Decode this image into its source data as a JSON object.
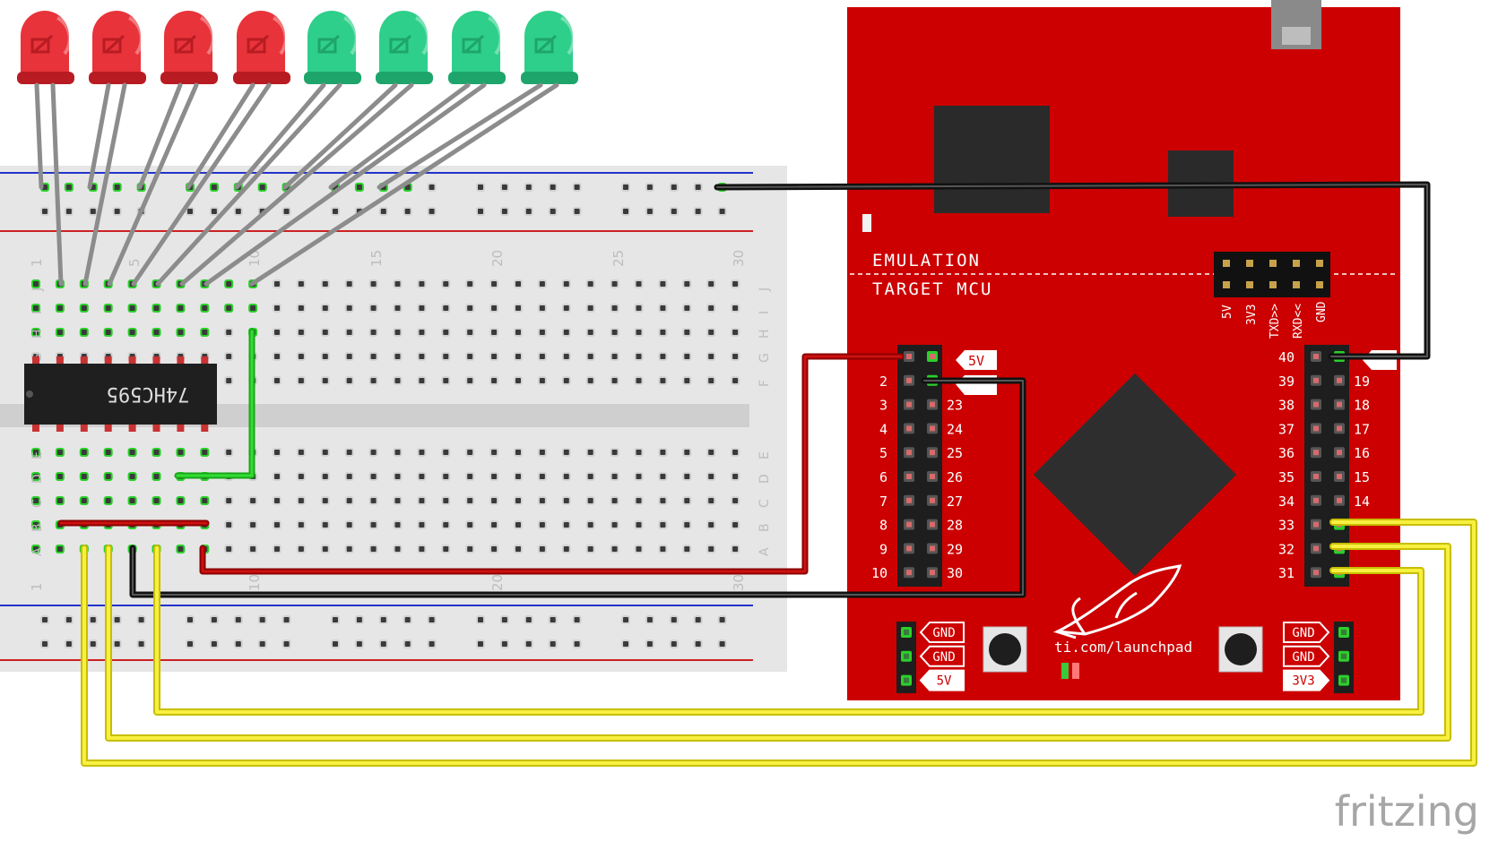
{
  "app": {
    "logo_text": "fritzing"
  },
  "breadboard": {
    "column_numbers": [
      "1",
      "5",
      "10",
      "15",
      "20",
      "25",
      "30"
    ],
    "row_letters_top": [
      "J",
      "I",
      "H",
      "G",
      "F"
    ],
    "row_letters_bottom": [
      "E",
      "D",
      "C",
      "B",
      "A"
    ]
  },
  "chip": {
    "label": "74HC595"
  },
  "leds": [
    {
      "color": "red"
    },
    {
      "color": "red"
    },
    {
      "color": "red"
    },
    {
      "color": "red"
    },
    {
      "color": "green"
    },
    {
      "color": "green"
    },
    {
      "color": "green"
    },
    {
      "color": "green"
    }
  ],
  "launchpad": {
    "emulation_label": "EMULATION",
    "target_label": "TARGET MCU",
    "url_text": "ti.com/launchpad",
    "header_labels": [
      "5V",
      "3V3",
      "TXD>>",
      "RXD<<",
      "GND"
    ],
    "left_pins_col1": [
      "2",
      "3",
      "4",
      "5",
      "6",
      "7",
      "8",
      "9",
      "10"
    ],
    "left_pins_col2": [
      "23",
      "24",
      "25",
      "26",
      "27",
      "28",
      "29",
      "30"
    ],
    "left_top_tag": "5V",
    "right_pins_col1": [
      "40",
      "39",
      "38",
      "37",
      "36",
      "35",
      "34",
      "33",
      "32",
      "31"
    ],
    "right_pins_col2": [
      "19",
      "18",
      "17",
      "16",
      "15",
      "14"
    ],
    "bottom_left_tags": [
      "GND",
      "GND",
      "5V"
    ],
    "bottom_right_tags": [
      "GND",
      "GND",
      "3V3"
    ]
  },
  "colors": {
    "board_red": "#cc0000",
    "breadboard_bg": "#e6e6e6",
    "wire_black": "#1a1a1a",
    "wire_red": "#b30000",
    "wire_green": "#22bb22",
    "wire_yellow": "#f2ea2a",
    "led_red": "#e8333a",
    "led_green": "#2ecf8a"
  }
}
